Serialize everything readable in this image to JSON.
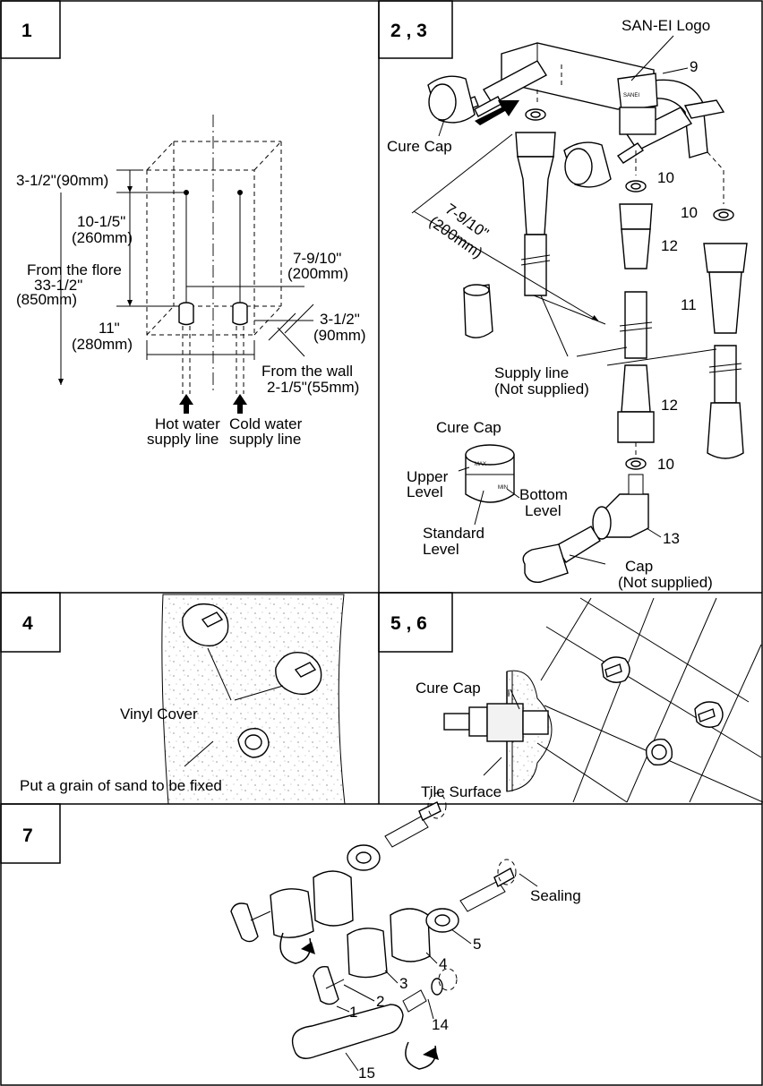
{
  "panels": {
    "p1": {
      "number": "1",
      "dims": {
        "top": "3-1/2\"(90mm)",
        "v1a": "10-1/5\"",
        "v1b": "(260mm)",
        "floor_a": "From the flore",
        "floor_b": "33-1/2\"",
        "floor_c": "(850mm)",
        "pitch_a": "7-9/10\"",
        "pitch_b": "(200mm)",
        "width_a": "11\"",
        "width_b": "(280mm)",
        "depth_a": "3-1/2\"",
        "depth_b": "(90mm)",
        "wall_a": "From the wall",
        "wall_b": "2-1/5\"(55mm)"
      },
      "hot_a": "Hot water",
      "hot_b": "supply line",
      "cold_a": "Cold water",
      "cold_b": "supply line"
    },
    "p23": {
      "number": "2 , 3",
      "logo": "SAN-EI Logo",
      "cure_cap": "Cure Cap",
      "dim_a": "7-9/10\"",
      "dim_b": "(200mm)",
      "supply_a": "Supply line",
      "supply_b": "(Not supplied)",
      "detail_title": "Cure Cap",
      "upper_a": "Upper",
      "upper_b": "Level",
      "bottom_a": "Bottom",
      "bottom_b": "Level",
      "standard_a": "Standard",
      "standard_b": "Level",
      "cap_a": "Cap",
      "cap_b": "(Not supplied)",
      "parts": {
        "n9": "9",
        "n10a": "10",
        "n10b": "10",
        "n10c": "10",
        "n11": "11",
        "n12a": "12",
        "n12b": "12",
        "n13": "13"
      },
      "marks": {
        "max": "MAX",
        "min": "MIN",
        "brand": "SANEI"
      }
    },
    "p4": {
      "number": "4",
      "vinyl": "Vinyl Cover",
      "sand": "Put a grain of sand to be fixed"
    },
    "p56": {
      "number": "5 , 6",
      "cure_cap": "Cure Cap",
      "tile": "Tile Surface"
    },
    "p7": {
      "number": "7",
      "sealing": "Sealing",
      "parts": {
        "n1": "1",
        "n2": "2",
        "n3": "3",
        "n4": "4",
        "n5": "5",
        "n14": "14",
        "n15": "15"
      }
    }
  }
}
